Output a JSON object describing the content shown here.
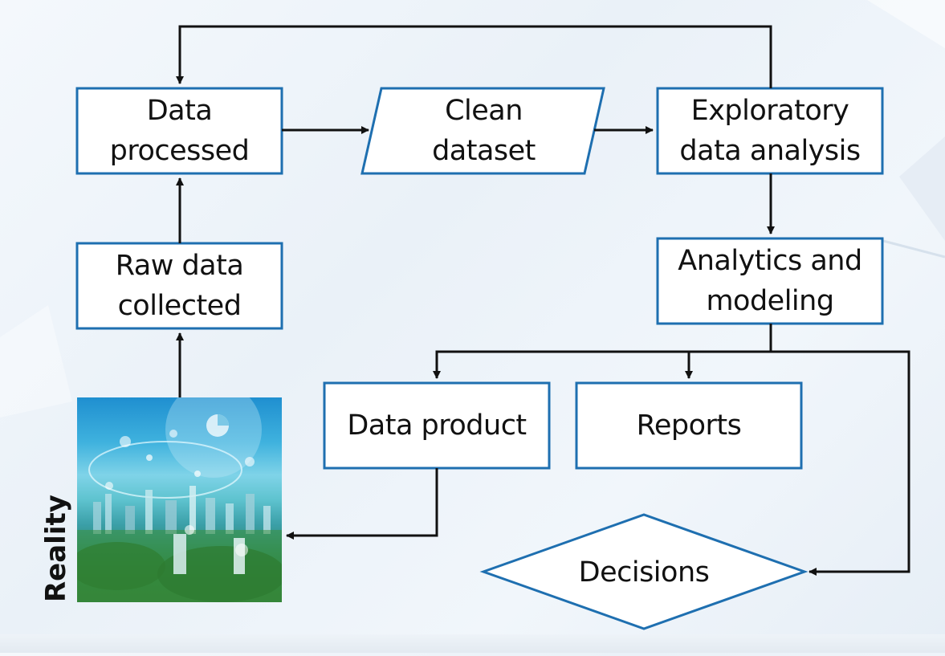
{
  "diagram": {
    "nodes": {
      "data_processed": "Data\nprocessed",
      "clean_dataset": "Clean\ndataset",
      "exploratory": "Exploratory\ndata analysis",
      "raw_data": "Raw data\ncollected",
      "analytics": "Analytics and\nmodeling",
      "data_product": "Data product",
      "reports": "Reports",
      "decisions": "Decisions"
    },
    "reality_label": "Reality"
  },
  "colors": {
    "node_border": "#1e6fb0",
    "node_fill": "#ffffff",
    "arrow": "#111111"
  },
  "icons": {
    "reality_image": "city-skyline-with-data-icons-image"
  }
}
